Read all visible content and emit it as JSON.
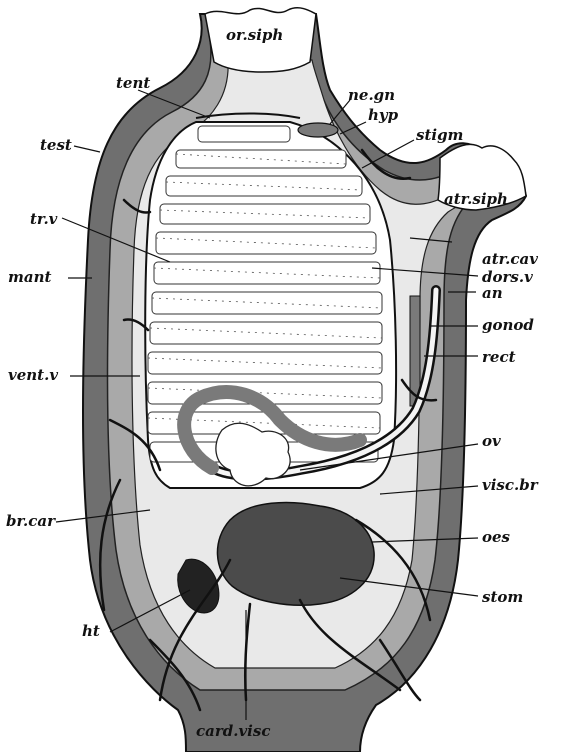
{
  "colors": {
    "outline": "#111111",
    "test": "#6f6f6f",
    "mantle": "#a9a9a9",
    "atrium": "#e9e9e9",
    "cavity_white": "#ffffff",
    "stomach": "#4b4b4b",
    "stigmata_row": "#bdbdbd"
  },
  "labels": {
    "or_siph": "or.siph",
    "tent": "tent",
    "ne_gn": "ne.gn",
    "hyp": "hyp",
    "stigm": "stigm",
    "test": "test",
    "atr_siph": "atr.siph",
    "tr_v": "tr.v",
    "atr_cav": "atr.cav",
    "mant": "mant",
    "dors_v": "dors.v",
    "an": "an",
    "gonod": "gonod",
    "rect": "rect",
    "vent_v": "vent.v",
    "ov": "ov",
    "visc_br": "visc.br",
    "br_car": "br.car",
    "oes": "oes",
    "stom": "stom",
    "ht": "ht",
    "card_visc": "card.visc"
  }
}
